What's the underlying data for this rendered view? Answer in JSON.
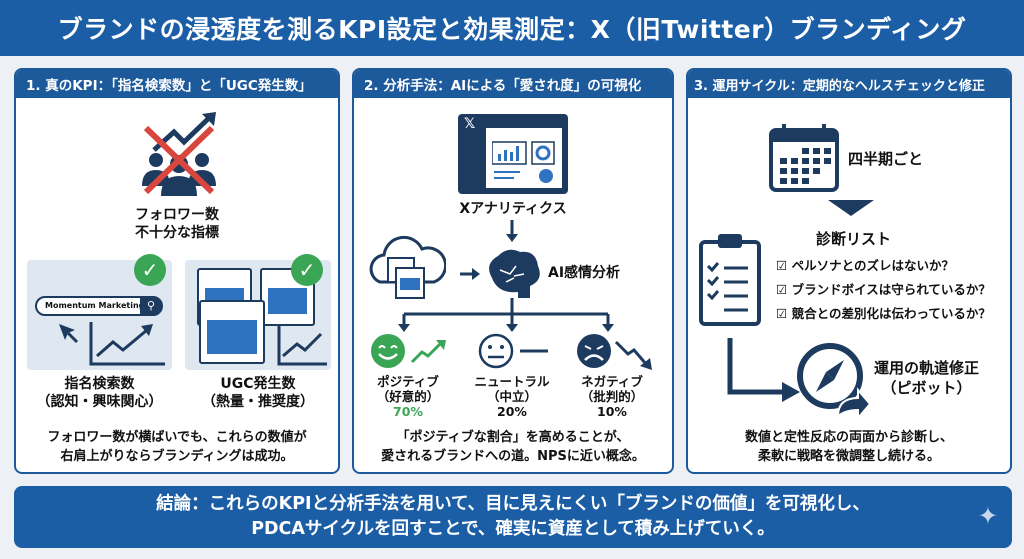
{
  "title": "ブランドの浸透度を測るKPI設定と効果測定：X（旧Twitter）ブランディング",
  "panel1": {
    "header": "1. 真のKPI：「指名検索数」と「UGC発生数」",
    "follower_line1": "フォロワー数",
    "follower_line2": "不十分な指標",
    "search_text": "Momentum Marketing",
    "kpi1_title": "指名検索数",
    "kpi1_sub": "（認知・興味関心）",
    "kpi2_title": "UGC発生数",
    "kpi2_sub": "（熱量・推奨度）",
    "footer_line1": "フォロワー数が横ばいでも、これらの数値が",
    "footer_line2": "右肩上がりならブランディングは成功。"
  },
  "panel2": {
    "header": "2. 分析手法：AIによる「愛され度」の可視化",
    "analytics_label": "Xアナリティクス",
    "ai_label": "AI感情分析",
    "sentiments": [
      {
        "label": "ポジティブ",
        "sub": "（好意的）",
        "value": "70%",
        "color": "#3aa655"
      },
      {
        "label": "ニュートラル",
        "sub": "（中立）",
        "value": "20%",
        "color": "#111111"
      },
      {
        "label": "ネガティブ",
        "sub": "（批判的）",
        "value": "10%",
        "color": "#111111"
      }
    ],
    "footer_line1": "「ポジティブな割合」を高めることが、",
    "footer_line2": "愛されるブランドへの道。NPSに近い概念。"
  },
  "panel3": {
    "header": "3. 運用サイクル：定期的なヘルスチェックと修正",
    "calendar_label": "四半期ごと",
    "checklist_title": "診断リスト",
    "checklist": [
      "ペルソナとのズレはないか？",
      "ブランドボイスは守られているか？",
      "競合との差別化は伝わっているか？"
    ],
    "pivot_line1": "運用の軌道修正",
    "pivot_line2": "（ピボット）",
    "footer_line1": "数値と定性反応の両面から診断し、",
    "footer_line2": "柔軟に戦略を微調整し続ける。"
  },
  "conclusion": {
    "line1": "結論：これらのKPIと分析手法を用いて、目に見えにくい「ブランドの価値」を可視化し、",
    "line2": "PDCAサイクルを回すことで、確実に資産として積み上げていく。"
  },
  "colors": {
    "primary": "#1b5ea6",
    "navy": "#1d3a5f",
    "positive": "#3aa655",
    "cross": "#d9463e"
  }
}
